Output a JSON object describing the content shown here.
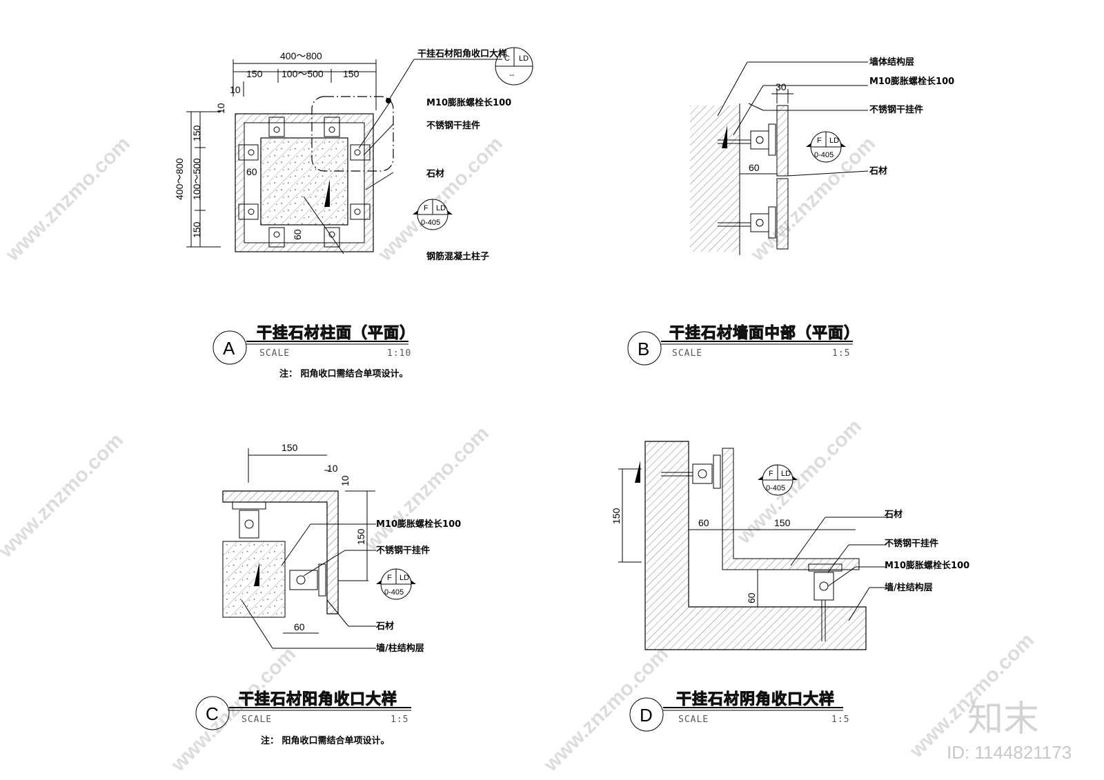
{
  "detail_a": {
    "title": "干挂石材柱面（平面）",
    "mark": "A",
    "scale_label": "SCALE",
    "scale_value": "1:10",
    "note": "注：  阳角收口需结合单项设计。",
    "dims": {
      "top_total": "400～800",
      "top_left": "150",
      "top_mid": "100～500",
      "top_right": "150",
      "top_small": "10",
      "left_total": "400～800",
      "left_top": "150",
      "left_mid": "100～500",
      "left_bottom": "150",
      "left_small": "10",
      "inner_60a": "60",
      "inner_60b": "60"
    },
    "callouts": {
      "detail_ref": "干挂石材阳角收口大样",
      "bolt": "M10膨胀螺栓长100",
      "hanger": "不锈钢干挂件",
      "stone": "石材",
      "column": "钢筋混凝土柱子"
    }
  },
  "detail_b": {
    "title": "干挂石材墙面中部（平面）",
    "mark": "B",
    "scale_label": "SCALE",
    "scale_value": "1:5",
    "dims": {
      "d30": "30",
      "d60": "60"
    },
    "callouts": {
      "wall": "墙体结构层",
      "bolt": "M10膨胀螺栓长100",
      "hanger": "不锈钢干挂件",
      "stone": "石材"
    }
  },
  "detail_c": {
    "title": "干挂石材阳角收口大样",
    "mark": "C",
    "scale_label": "SCALE",
    "scale_value": "1:5",
    "note": "注：  阳角收口需结合单项设计。",
    "dims": {
      "d150a": "150",
      "d10a": "10",
      "d10b": "10",
      "d150b": "150",
      "d60": "60"
    },
    "callouts": {
      "bolt": "M10膨胀螺栓长100",
      "hanger": "不锈钢干挂件",
      "stone": "石材",
      "structure": "墙/柱结构层"
    }
  },
  "detail_d": {
    "title": "干挂石材阴角收口大样",
    "mark": "D",
    "scale_label": "SCALE",
    "scale_value": "1:5",
    "dims": {
      "d150v": "150",
      "d60h": "60",
      "d150h": "150",
      "d60v": "60"
    },
    "callouts": {
      "stone": "石材",
      "hanger": "不锈钢干挂件",
      "bolt": "M10膨胀螺栓长100",
      "structure": "墙/柱结构层"
    }
  },
  "section_tag": {
    "top_left": "F",
    "top_right": "LD",
    "bottom": "0-405"
  },
  "ref_tag": {
    "left": "C",
    "right": "LD",
    "bottom": "--"
  },
  "watermark": {
    "brand": "知末",
    "id": "ID: 1144821173",
    "url": "www.znzmo.com"
  }
}
